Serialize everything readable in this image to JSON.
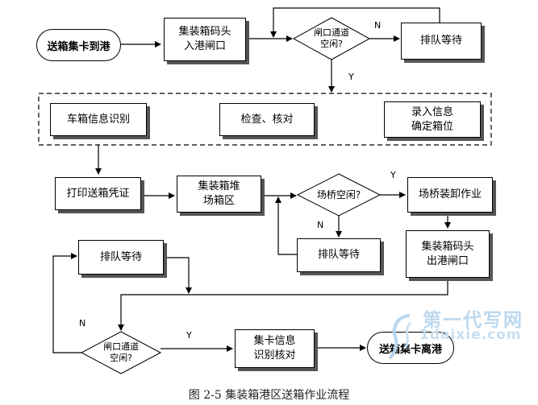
{
  "nodes": {
    "start": "送箱集卡到港",
    "gate_in": "集装箱码头\n入港闸口",
    "gate_free_top": "闸口通道\n空闲?",
    "queue_top": "排队等待",
    "vehicle_id": "车箱信息识别",
    "inspect": "检查、核对",
    "record": "录入信息\n确定箱位",
    "print": "打印送箱凭证",
    "yard": "集装箱堆\n场箱区",
    "bridge_free": "场桥空闲?",
    "bridge_op": "场桥装卸作业",
    "queue_mid": "排队等待",
    "gate_out": "集装箱码头\n出港闸口",
    "queue_left": "排队等待",
    "gate_free_bottom": "闸口通道\n空闲?",
    "truck_check": "集卡信息\n识别核对",
    "end": "送箱集卡离港"
  },
  "labels": {
    "n_top": "N",
    "y_top": "Y",
    "y_bridge": "Y",
    "n_bridge": "N",
    "n_bottom": "N",
    "y_bottom": "Y"
  },
  "caption": "图 2-5 集装箱港区送箱作业流程",
  "watermark": {
    "line1": "第一代写网",
    "line2": "1daixie.com"
  }
}
